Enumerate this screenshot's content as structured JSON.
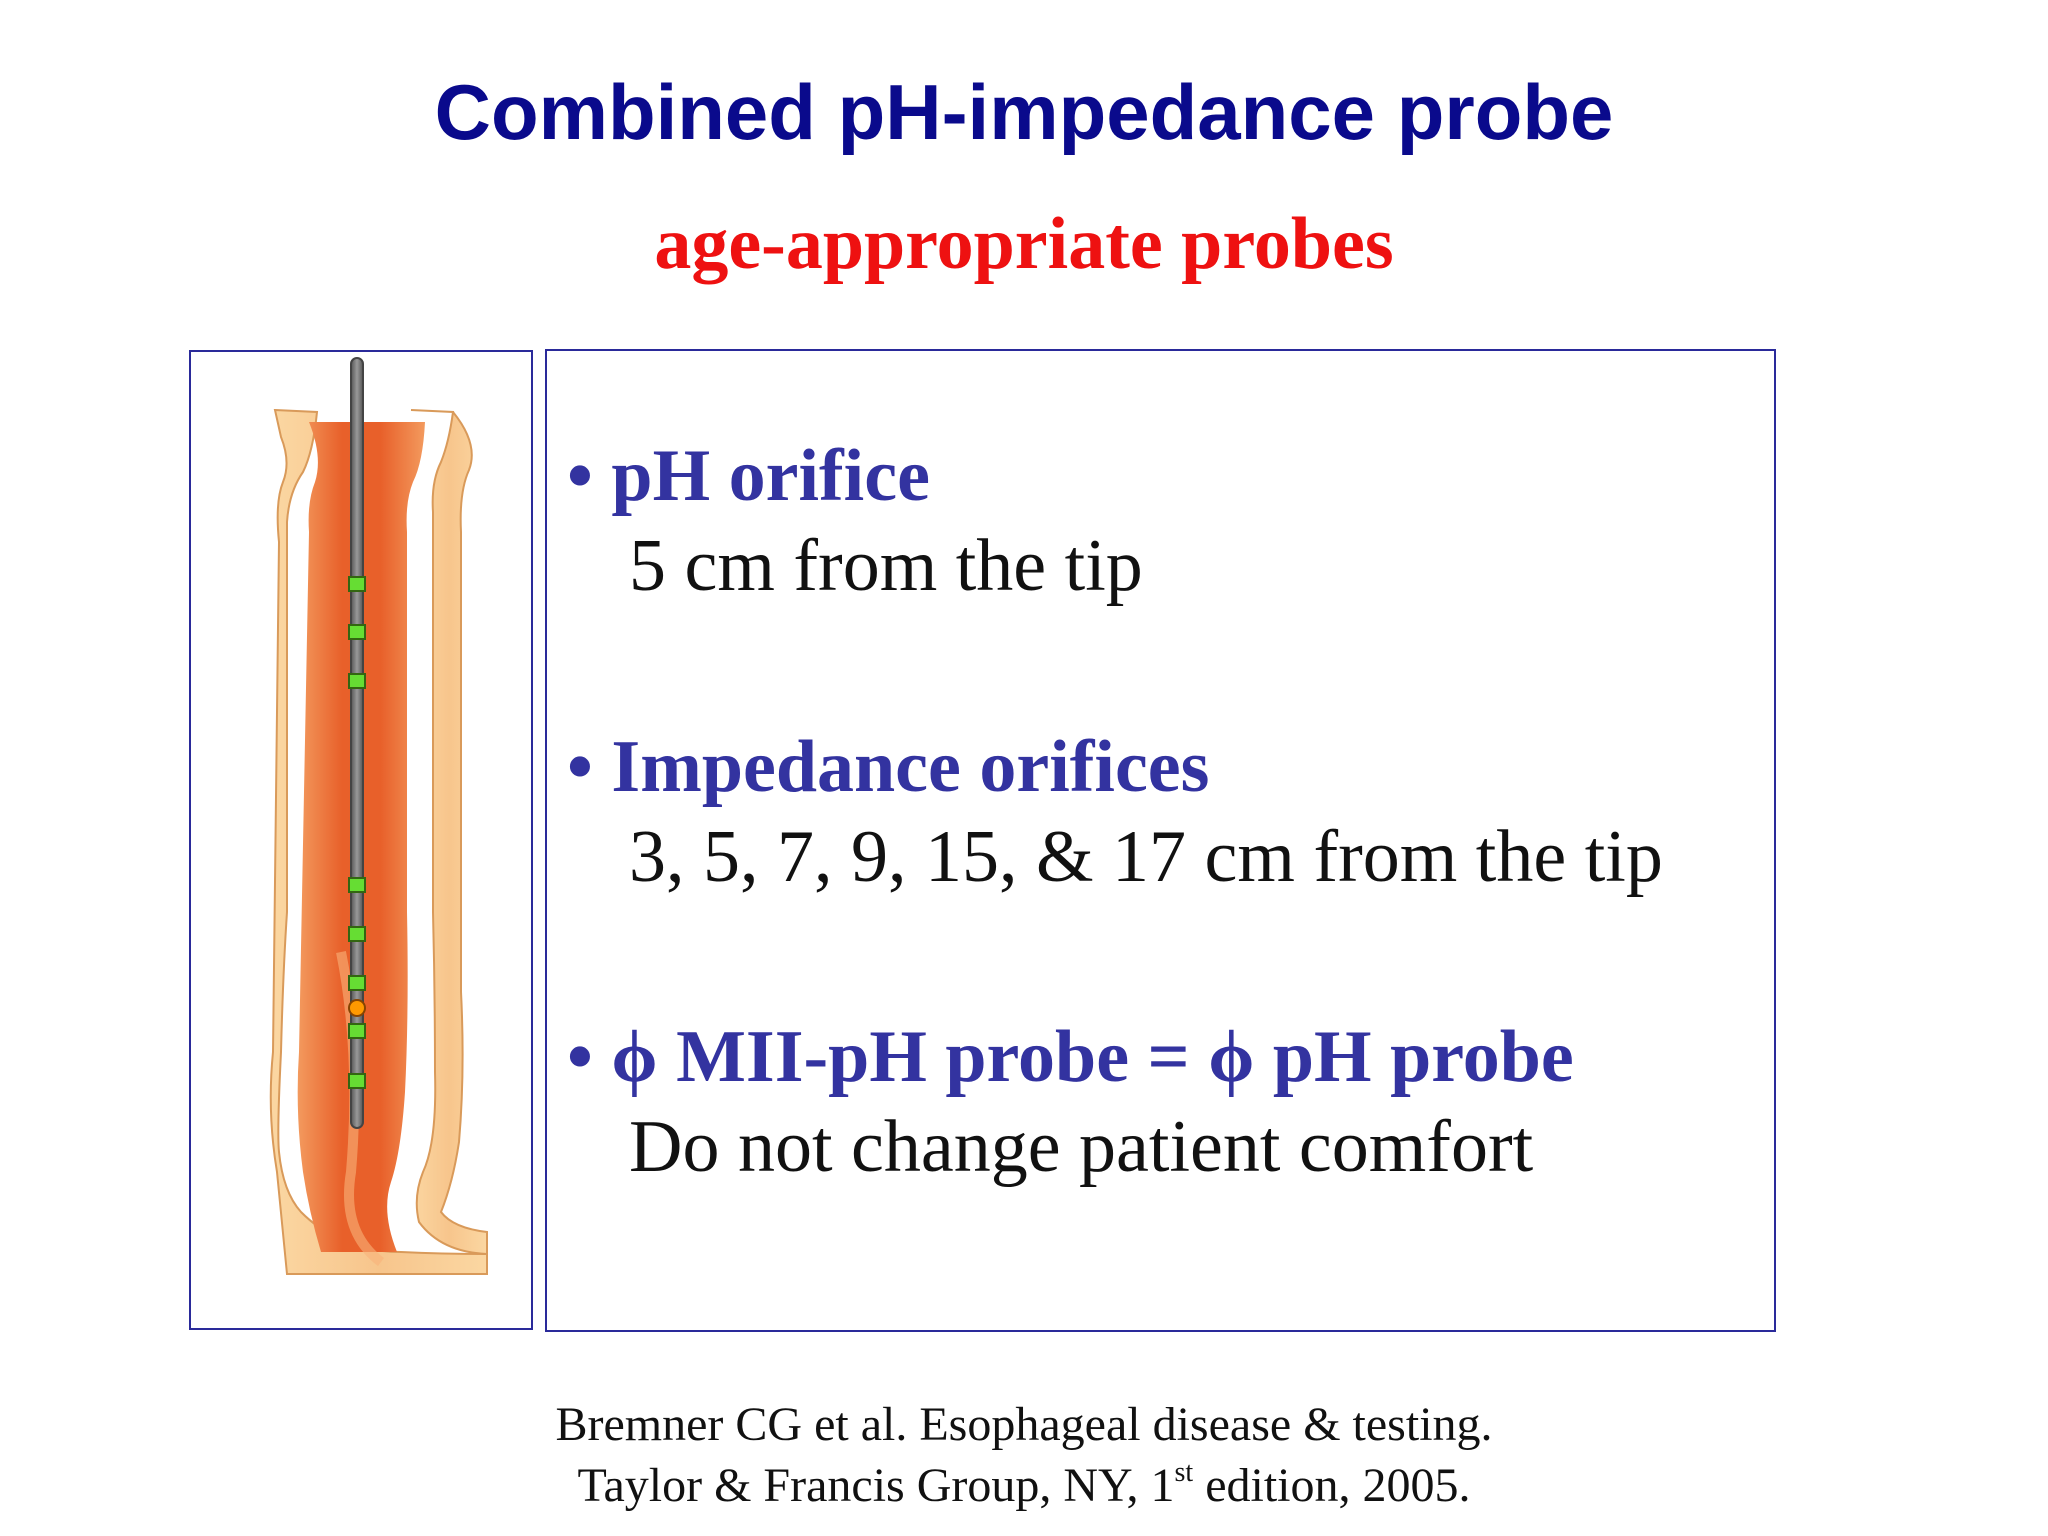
{
  "slide": {
    "title": "Combined pH-impedance probe",
    "subtitle": "age-appropriate probes"
  },
  "bullets": [
    {
      "heading": "• pH orifice",
      "detail": "5 cm from the tip"
    },
    {
      "heading": "• Impedance orifices",
      "detail": "3, 5, 7, 9, 15, & 17 cm from the tip"
    },
    {
      "heading": "• ϕ MII-pH probe = ϕ pH probe",
      "detail": "Do not change patient comfort"
    }
  ],
  "citation": {
    "line1": "Bremner CG et al. Esophageal disease & testing.",
    "line2_before": "Taylor & Francis Group, NY, 1",
    "line2_sup": "st",
    "line2_after": " edition, 2005."
  },
  "colors": {
    "title": "#0a0a8c",
    "subtitle": "#ee1111",
    "bullet": "#3333a0",
    "border": "#2a2a9a",
    "impedance_marker": "#66dd33",
    "ph_marker": "#ff9900"
  },
  "diagram": {
    "impedance_sensor_count": 8,
    "ph_sensor_count": 1
  }
}
